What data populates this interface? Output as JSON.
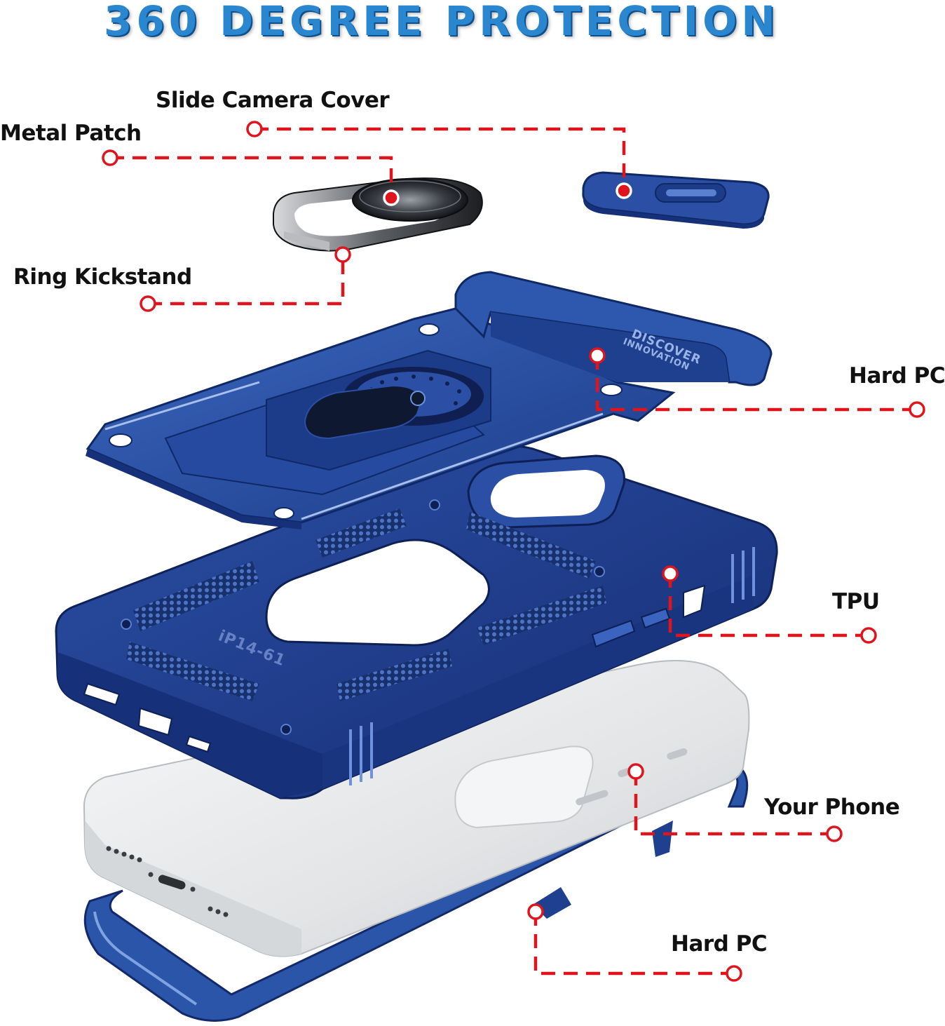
{
  "title": "360 DEGREE PROTECTION",
  "labels": {
    "slide_camera_cover": "Slide Camera Cover",
    "metal_patch": "Metal Patch",
    "ring_kickstand": "Ring Kickstand",
    "hard_pc_top": "Hard PC",
    "tpu": "TPU",
    "your_phone": "Your Phone",
    "hard_pc_bottom": "Hard PC"
  },
  "embossed": {
    "brand_line_1": "DISCOVER",
    "brand_line_2": "INNOVATION",
    "model_code": "iP14-61"
  },
  "colors": {
    "case_blue": "#1f3f8f",
    "case_blue_dark": "#14296a",
    "case_blue_light": "#3f6cc0",
    "callout_red": "#e0141c",
    "title_blue": "#2a86cf",
    "phone_silver": "#e6e8ea"
  }
}
